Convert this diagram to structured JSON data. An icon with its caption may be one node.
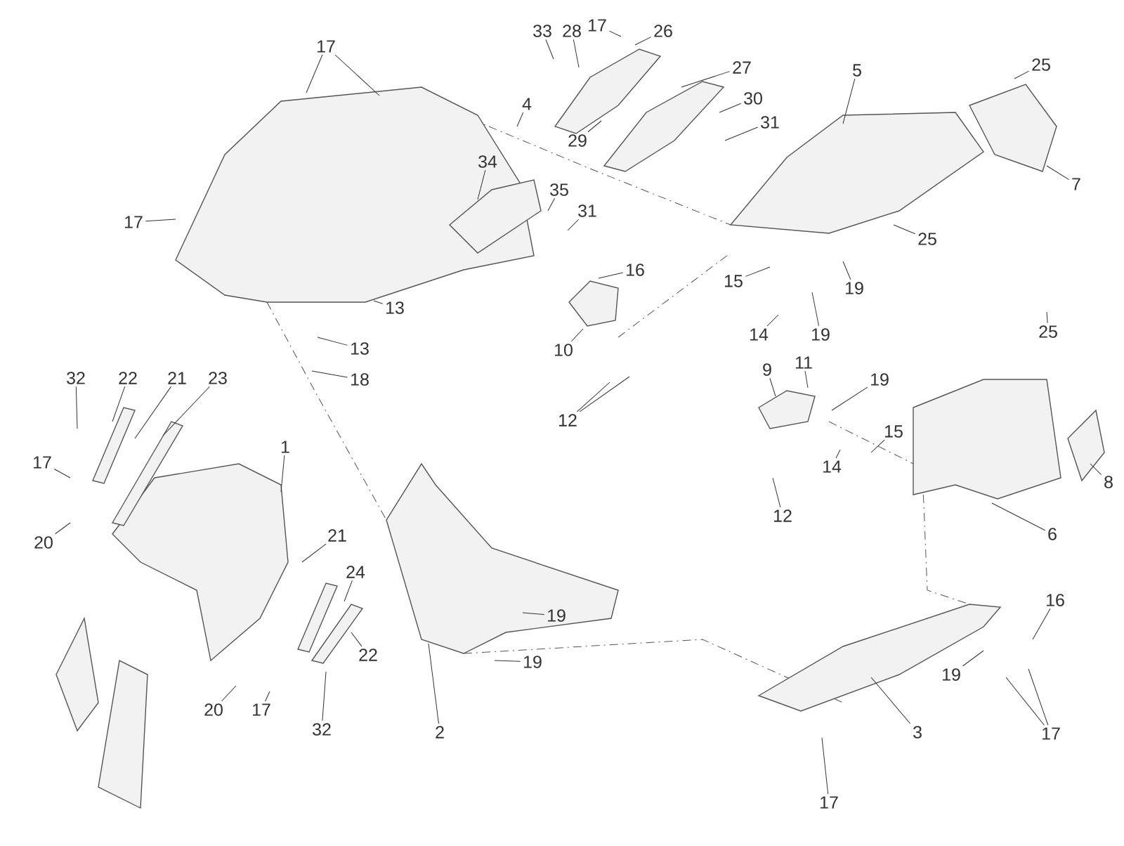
{
  "diagram": {
    "nodes": [
      {
        "text": [
          "17"
        ]
      },
      {
        "text": [
          "33"
        ]
      },
      {
        "text": [
          "28"
        ]
      },
      {
        "text": [
          "17"
        ]
      },
      {
        "text": [
          "26"
        ]
      },
      {
        "text": [
          "27"
        ]
      },
      {
        "text": [
          "30"
        ]
      },
      {
        "text": [
          "29"
        ]
      },
      {
        "text": [
          "31"
        ]
      },
      {
        "text": [
          "4"
        ]
      },
      {
        "text": [
          "5"
        ]
      },
      {
        "text": [
          "25"
        ]
      },
      {
        "text": [
          "7"
        ]
      },
      {
        "text": [
          "17"
        ]
      },
      {
        "text": [
          "34"
        ]
      },
      {
        "text": [
          "35"
        ]
      },
      {
        "text": [
          "31"
        ]
      },
      {
        "text": [
          "16"
        ]
      },
      {
        "text": [
          "13"
        ]
      },
      {
        "text": [
          "13"
        ]
      },
      {
        "text": [
          "18"
        ]
      },
      {
        "text": [
          "10"
        ]
      },
      {
        "text": [
          "12"
        ]
      },
      {
        "text": [
          "25"
        ]
      },
      {
        "text": [
          "15"
        ]
      },
      {
        "text": [
          "14"
        ]
      },
      {
        "text": [
          "19"
        ]
      },
      {
        "text": [
          "19"
        ]
      },
      {
        "text": [
          "25"
        ]
      },
      {
        "text": [
          "9"
        ]
      },
      {
        "text": [
          "11"
        ]
      },
      {
        "text": [
          "19"
        ]
      },
      {
        "text": [
          "15"
        ]
      },
      {
        "text": [
          "14"
        ]
      },
      {
        "text": [
          "12"
        ]
      },
      {
        "text": [
          "8"
        ]
      },
      {
        "text": [
          "6"
        ]
      },
      {
        "text": [
          "32"
        ]
      },
      {
        "text": [
          "22"
        ]
      },
      {
        "text": [
          "21"
        ]
      },
      {
        "text": [
          "23"
        ]
      },
      {
        "text": [
          "17"
        ]
      },
      {
        "text": [
          "1"
        ]
      },
      {
        "text": [
          "20"
        ]
      },
      {
        "text": [
          "21"
        ]
      },
      {
        "text": [
          "24"
        ]
      },
      {
        "text": [
          "22"
        ]
      },
      {
        "text": [
          "20"
        ]
      },
      {
        "text": [
          "17"
        ]
      },
      {
        "text": [
          "32"
        ]
      },
      {
        "text": [
          "2"
        ]
      },
      {
        "text": [
          "19"
        ]
      },
      {
        "text": [
          "19"
        ]
      },
      {
        "text": [
          "3"
        ]
      },
      {
        "text": [
          "16"
        ]
      },
      {
        "text": [
          "19"
        ]
      },
      {
        "text": [
          "17"
        ]
      },
      {
        "text": [
          "17"
        ]
      }
    ],
    "edges": [
      {
        "from": 0,
        "to": null,
        "arrow": "none"
      },
      {
        "from": 0,
        "to": null,
        "arrow": "none"
      },
      {
        "from": 1,
        "to": null,
        "arrow": "none"
      },
      {
        "from": 2,
        "to": null,
        "arrow": "none"
      },
      {
        "from": 3,
        "to": null,
        "arrow": "none"
      },
      {
        "from": 4,
        "to": null,
        "arrow": "none"
      },
      {
        "from": 5,
        "to": null,
        "arrow": "none"
      },
      {
        "from": 6,
        "to": null,
        "arrow": "none"
      },
      {
        "from": 7,
        "to": null,
        "arrow": "none"
      },
      {
        "from": 8,
        "to": null,
        "arrow": "none"
      },
      {
        "from": 9,
        "to": null,
        "arrow": "none"
      },
      {
        "from": 10,
        "to": null,
        "arrow": "none"
      },
      {
        "from": 11,
        "to": null,
        "arrow": "none"
      },
      {
        "from": 12,
        "to": null,
        "arrow": "none"
      },
      {
        "from": 13,
        "to": null,
        "arrow": "none"
      },
      {
        "from": 14,
        "to": null,
        "arrow": "none"
      },
      {
        "from": 15,
        "to": null,
        "arrow": "none"
      },
      {
        "from": 16,
        "to": null,
        "arrow": "none"
      },
      {
        "from": 17,
        "to": null,
        "arrow": "none"
      },
      {
        "from": 18,
        "to": null,
        "arrow": "none"
      },
      {
        "from": 19,
        "to": null,
        "arrow": "none"
      },
      {
        "from": 20,
        "to": null,
        "arrow": "none"
      },
      {
        "from": 21,
        "to": null,
        "arrow": "none"
      },
      {
        "from": 22,
        "to": null,
        "arrow": "none"
      },
      {
        "from": 22,
        "to": null,
        "arrow": "none"
      },
      {
        "from": 23,
        "to": null,
        "arrow": "none"
      },
      {
        "from": 24,
        "to": null,
        "arrow": "none"
      },
      {
        "from": 25,
        "to": null,
        "arrow": "none"
      },
      {
        "from": 26,
        "to": null,
        "arrow": "none"
      },
      {
        "from": 27,
        "to": null,
        "arrow": "none"
      },
      {
        "from": 28,
        "to": null,
        "arrow": "none"
      },
      {
        "from": 29,
        "to": null,
        "arrow": "none"
      },
      {
        "from": 30,
        "to": null,
        "arrow": "none"
      },
      {
        "from": 31,
        "to": null,
        "arrow": "none"
      },
      {
        "from": 32,
        "to": null,
        "arrow": "none"
      },
      {
        "from": 33,
        "to": null,
        "arrow": "none"
      },
      {
        "from": 34,
        "to": null,
        "arrow": "none"
      },
      {
        "from": 35,
        "to": null,
        "arrow": "none"
      },
      {
        "from": 36,
        "to": null,
        "arrow": "none"
      },
      {
        "from": 37,
        "to": null,
        "arrow": "none"
      },
      {
        "from": 38,
        "to": null,
        "arrow": "none"
      },
      {
        "from": 39,
        "to": null,
        "arrow": "none"
      },
      {
        "from": 40,
        "to": null,
        "arrow": "none"
      },
      {
        "from": 41,
        "to": null,
        "arrow": "none"
      },
      {
        "from": 42,
        "to": null,
        "arrow": "none"
      },
      {
        "from": 43,
        "to": null,
        "arrow": "none"
      },
      {
        "from": 44,
        "to": null,
        "arrow": "none"
      },
      {
        "from": 45,
        "to": null,
        "arrow": "none"
      },
      {
        "from": 46,
        "to": null,
        "arrow": "none"
      },
      {
        "from": 47,
        "to": null,
        "arrow": "none"
      },
      {
        "from": 48,
        "to": null,
        "arrow": "none"
      },
      {
        "from": 49,
        "to": null,
        "arrow": "none"
      },
      {
        "from": 50,
        "to": null,
        "arrow": "none"
      },
      {
        "from": 51,
        "to": null,
        "arrow": "none"
      },
      {
        "from": 52,
        "to": null,
        "arrow": "none"
      },
      {
        "from": 53,
        "to": null,
        "arrow": "none"
      },
      {
        "from": 54,
        "to": null,
        "arrow": "none"
      },
      {
        "from": 55,
        "to": null,
        "arrow": "none"
      },
      {
        "from": 56,
        "to": null,
        "arrow": "none"
      },
      {
        "from": 56,
        "to": null,
        "arrow": "none"
      },
      {
        "from": 57,
        "to": null,
        "arrow": "none"
      }
    ]
  }
}
